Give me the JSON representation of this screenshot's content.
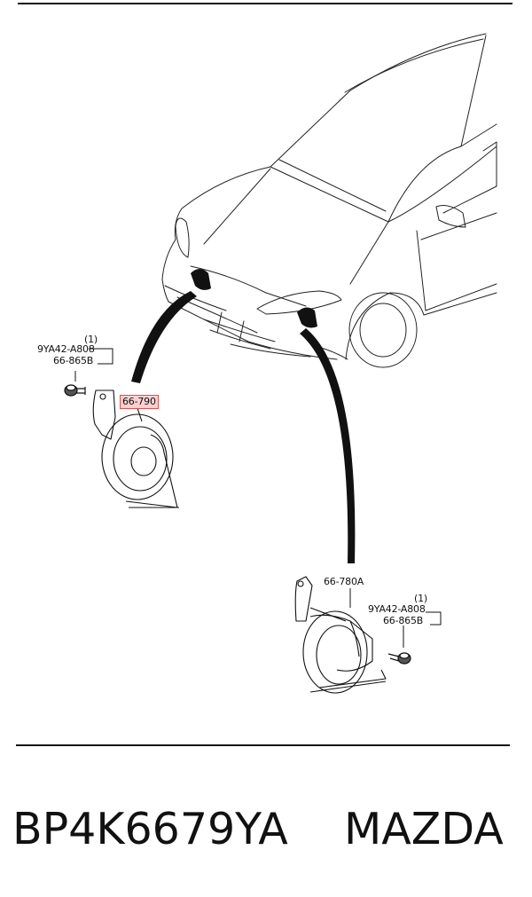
{
  "callouts": {
    "top_left": {
      "qty": "(1)",
      "part_a": "9YA42-A808",
      "part_b": "66-865B"
    },
    "horn_left": {
      "part": "66-790"
    },
    "horn_right": {
      "part": "66-780A"
    },
    "bottom_right": {
      "qty": "(1)",
      "part_a": "9YA42-A808",
      "part_b": "66-865B"
    }
  },
  "caption": {
    "part_number": "BP4K6679YA",
    "brand": "MAZDA"
  },
  "colors": {
    "line": "#111111",
    "highlight_fill": "#f07878",
    "highlight_border": "#e05050"
  },
  "icons": [
    "bolt-icon",
    "horn-icon",
    "car-outline-icon",
    "leader-arrow-icon"
  ]
}
